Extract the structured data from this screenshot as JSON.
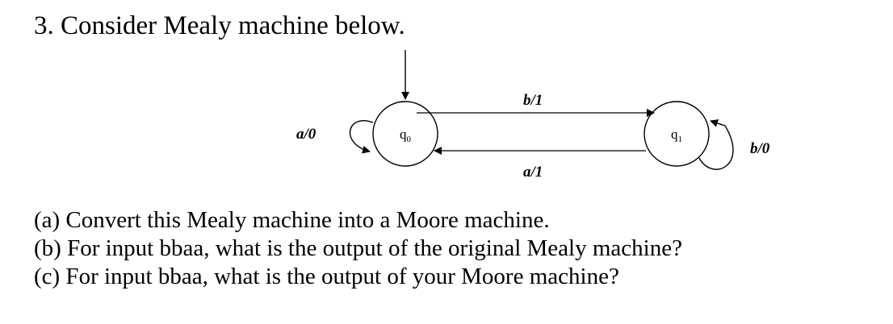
{
  "heading": "3. Consider Mealy machine below.",
  "diagram": {
    "states": [
      {
        "id": "q0",
        "base": "q",
        "sub": "0"
      },
      {
        "id": "q1",
        "base": "q",
        "sub": "1"
      }
    ],
    "transitions": [
      {
        "from": "q0",
        "to": "q0",
        "label": "a/0"
      },
      {
        "from": "q0",
        "to": "q1",
        "label": "b/1"
      },
      {
        "from": "q1",
        "to": "q0",
        "label": "a/1"
      },
      {
        "from": "q1",
        "to": "q1",
        "label": "b/0"
      }
    ]
  },
  "questions": [
    "(a) Convert this Mealy machine into a Moore machine.",
    "(b) For input bbaa, what is the output of the original Mealy machine?",
    "(c) For input bbaa, what is the output of your Moore machine?"
  ]
}
